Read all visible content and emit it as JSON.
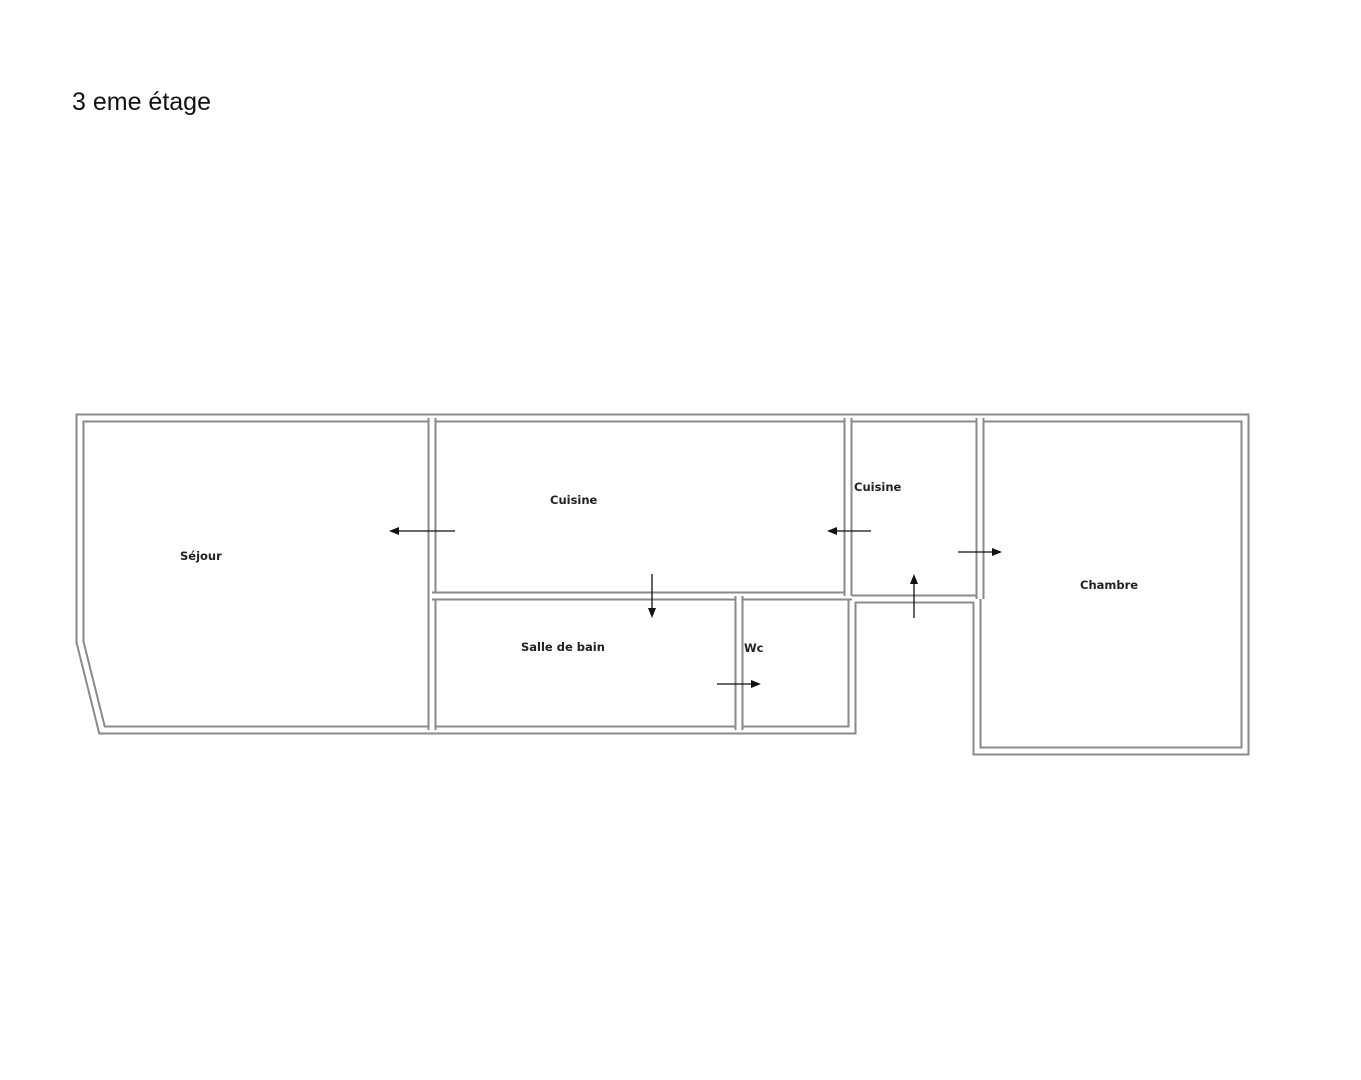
{
  "title": "3 eme étage",
  "rooms": {
    "sejour": "Séjour",
    "cuisine_main": "Cuisine",
    "cuisine_small": "Cuisine",
    "salle_de_bain": "Salle de bain",
    "wc": "Wc",
    "chambre": "Chambre"
  },
  "colors": {
    "wall": "#8a8a8a",
    "wall_core": "#ffffff",
    "text": "#222222",
    "arrow": "#111111"
  }
}
